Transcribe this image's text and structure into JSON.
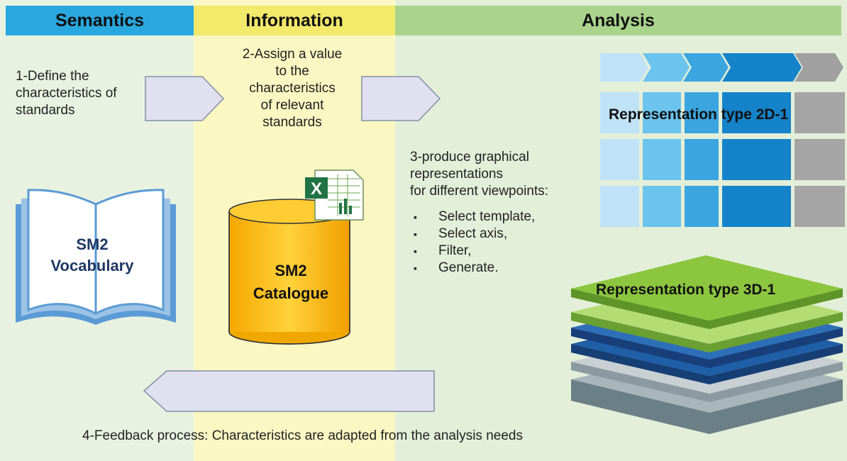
{
  "headers": {
    "semantics": "Semantics",
    "information": "Information",
    "analysis": "Analysis"
  },
  "steps": {
    "step1": "1-Define the\ncharacteristics of\nstandards",
    "step2": "2-Assign a value\nto the\ncharacteristics\nof relevant\nstandards",
    "step3_title": "3-produce graphical\nrepresentations\nfor different viewpoints:",
    "step3_items": [
      "Select template,",
      "Select axis,",
      "Filter,",
      "Generate."
    ],
    "step4": "4-Feedback process: Characteristics are adapted from the analysis needs"
  },
  "book": {
    "label": "SM2\nVocabulary",
    "icon": "open-book-icon"
  },
  "catalogue": {
    "label": "SM2\nCatalogue",
    "icon": "database-cylinder-icon",
    "file_icon": "excel-spreadsheet-icon"
  },
  "representations": {
    "rep_2d": "Representation type 2D-1",
    "rep_3d": "Representation type 3D-1"
  },
  "colors": {
    "semantics_header": "#29a8e0",
    "information_header": "#f3e96a",
    "analysis_header": "#aad38b",
    "arrow_fill": "#e0e0f0",
    "arrow_stroke": "#7f8fa6",
    "cylinder": "#fdbf1a",
    "green_layer": "#8cc63f",
    "blue_layer": "#1f5fa8",
    "grey_layer": "#9ea6ad"
  }
}
